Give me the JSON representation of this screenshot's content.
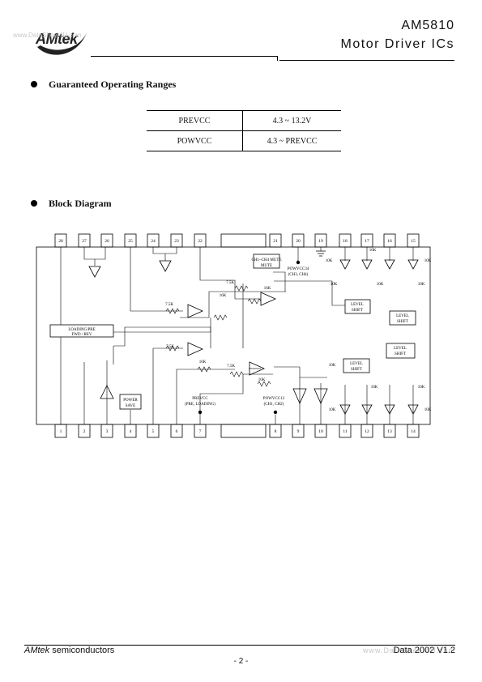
{
  "header": {
    "brand": "AMtek",
    "watermark": "www.DataSheet4U.com",
    "part_number": "AM5810",
    "subtitle": "Motor Driver ICs"
  },
  "sections": {
    "ranges_title": "Guaranteed Operating Ranges",
    "block_title": "Block Diagram"
  },
  "ranges": [
    {
      "param": "PREVCC",
      "value": "4.3 ~ 13.2V"
    },
    {
      "param": "POWVCC",
      "value": "4.3 ~ PREVCC"
    }
  ],
  "diagram": {
    "top_pins": [
      "28",
      "27",
      "26",
      "25",
      "24",
      "23",
      "22",
      "21",
      "20",
      "19",
      "18",
      "17",
      "16",
      "15"
    ],
    "bottom_pins": [
      "1",
      "2",
      "3",
      "4",
      "5",
      "6",
      "7",
      "8",
      "9",
      "10",
      "11",
      "12",
      "13",
      "14"
    ],
    "labels": {
      "mute": "CH1~CH4 MUTE",
      "powvcc34": "POWVCC34",
      "powvcc34_sub": "(CH3, CH4)",
      "loading_pre": "LOADING/PRE",
      "fwd_rev": "FWD / REV",
      "power": "POWER",
      "save": "SAVE",
      "prevcc": "PREVCC",
      "prevcc_sub": "(PRE, LOADING)",
      "powvcc12": "POWVCC12",
      "powvcc12_sub": "(CH1, CH2)",
      "level": "LEVEL",
      "shift": "SHIFT",
      "r75k": "7.5K",
      "r16k": "16K",
      "r10k": "10K"
    }
  },
  "footer": {
    "company_brand": "AMtek",
    "company_rest": " semiconductors",
    "date": "Data 2002 V1.2",
    "watermark": "www.DataSheet4U.com",
    "page": "- 2 -"
  }
}
